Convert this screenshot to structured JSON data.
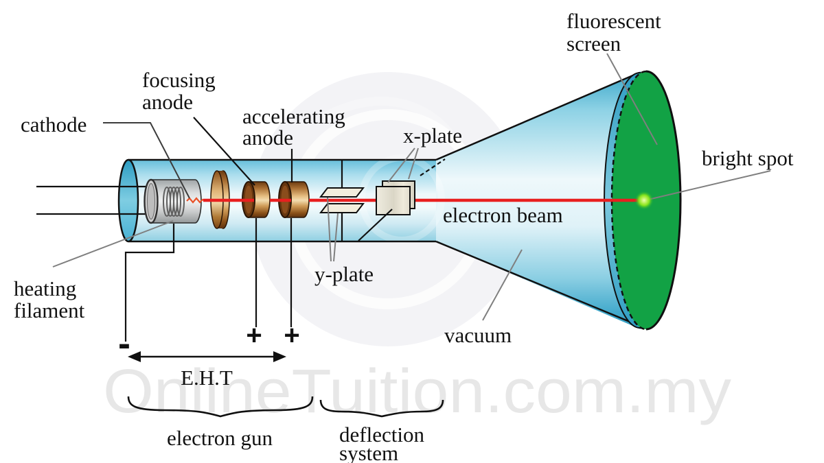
{
  "diagram": "cathode ray tube (CRT) labelled diagram",
  "labels": {
    "cathode": "cathode",
    "focusing_anode_line1": "focusing",
    "focusing_anode_line2": "anode",
    "accelerating_anode_line1": "accelerating",
    "accelerating_anode_line2": "anode",
    "x_plate": "x-plate",
    "y_plate": "y-plate",
    "electron_beam": "electron beam",
    "heating_filament_line1": "heating",
    "heating_filament_line2": "filament",
    "fluorescent_screen_line1": "fluorescent",
    "fluorescent_screen_line2": "screen",
    "bright_spot": "bright spot",
    "vacuum": "vacuum"
  },
  "annotations": {
    "eht": "E.H.T",
    "electron_gun": "electron gun",
    "deflection_system_line1": "deflection",
    "deflection_system_line2": "system",
    "minus_terminal": "-",
    "plus_terminal_focusing": "+",
    "plus_terminal_accelerating": "+"
  },
  "watermark": {
    "text": "OnlineTuition.com.my"
  },
  "colors": {
    "beam_red": "#e81f1f",
    "screen_green": "#12a245",
    "tube_blue": "#7ecde2",
    "anode_copper": "#c98d4a",
    "cathode_gray": "#cdcdcd",
    "watermark_gray": "#e7e7e7",
    "leader_gray": "#7f7f7f"
  }
}
